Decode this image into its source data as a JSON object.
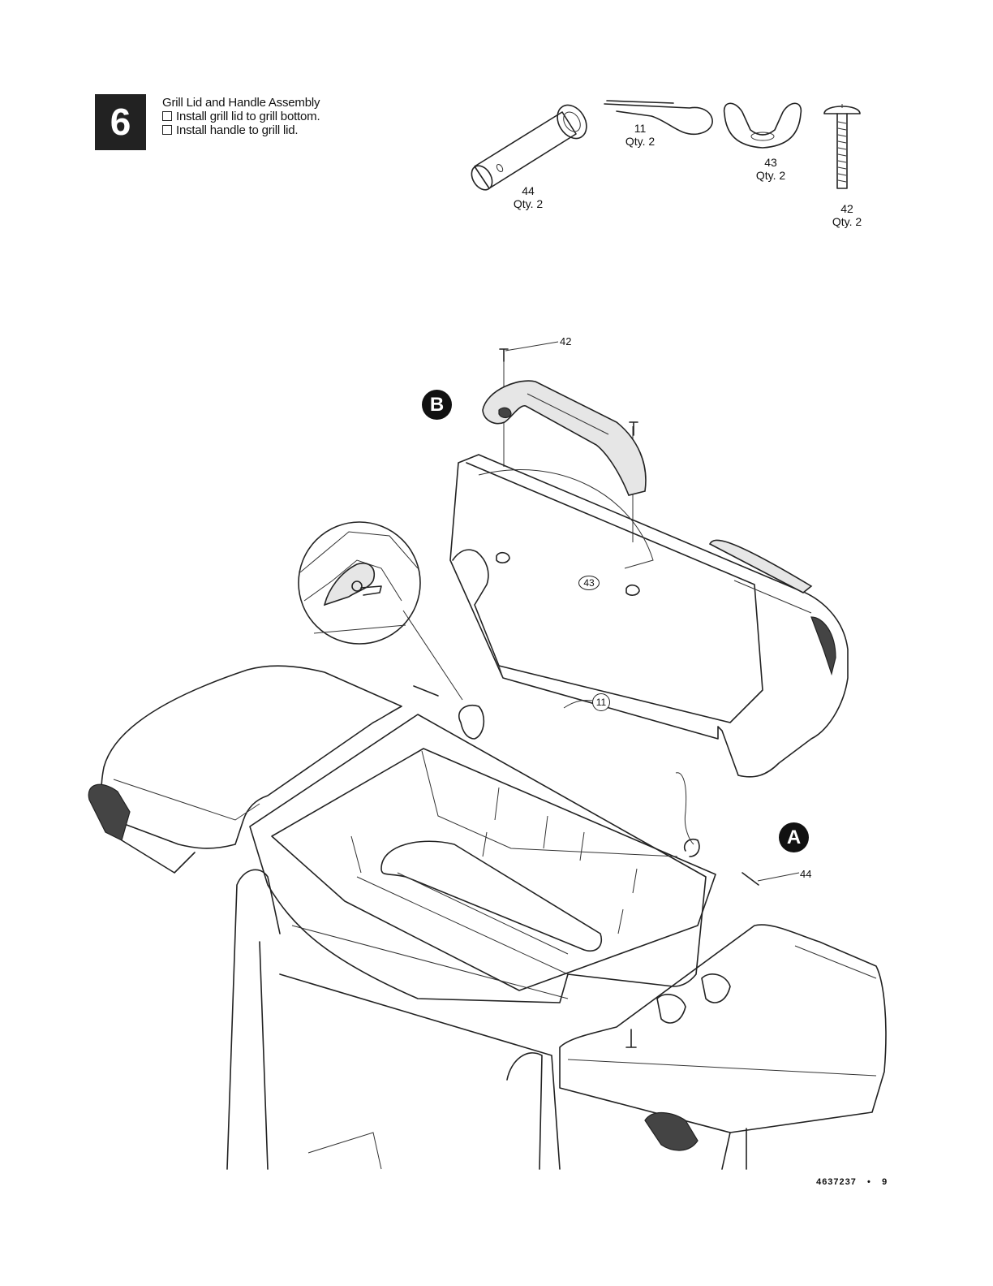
{
  "step": {
    "number": "6",
    "title": "Grill Lid and Handle Assembly",
    "tasks": [
      "Install grill lid to grill bottom.",
      "Install handle to grill lid."
    ]
  },
  "parts": [
    {
      "id": "44",
      "qty": "Qty. 2",
      "icon": "pin-icon"
    },
    {
      "id": "11",
      "qty": "Qty. 2",
      "icon": "hair-pin-cotter-icon"
    },
    {
      "id": "43",
      "qty": "Qty. 2",
      "icon": "wing-nut-icon"
    },
    {
      "id": "42",
      "qty": "Qty. 2",
      "icon": "screw-icon"
    }
  ],
  "diagram": {
    "callouts": [
      "42",
      "43",
      "11",
      "44"
    ],
    "badges": [
      "B",
      "A"
    ]
  },
  "footer": {
    "doc_number": "4637237",
    "separator": "•",
    "page": "9"
  }
}
